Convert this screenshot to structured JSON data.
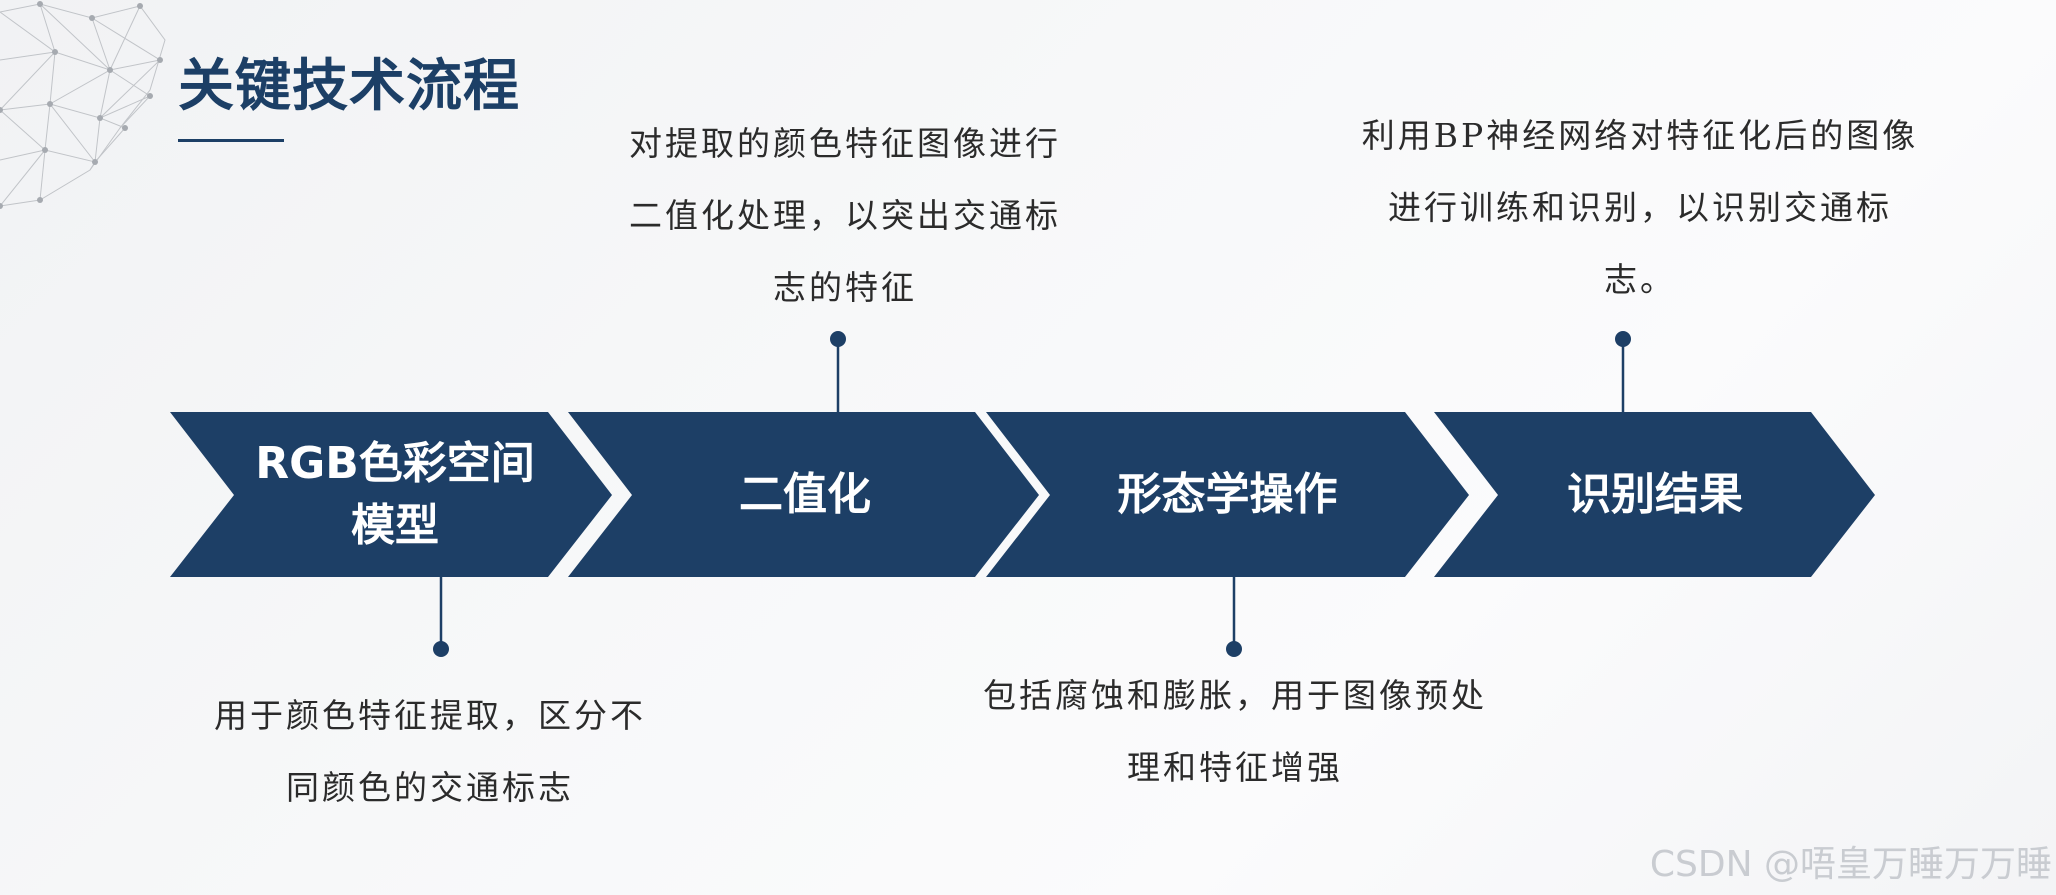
{
  "title": "关键技术流程",
  "steps": [
    {
      "label": "RGB色彩空间模型",
      "description": "用于颜色特征提取，区分不同颜色的交通标志"
    },
    {
      "label": "二值化",
      "description": "对提取的颜色特征图像进行二值化处理，以突出交通标志的特征"
    },
    {
      "label": "形态学操作",
      "description": "包括腐蚀和膨胀，用于图像预处理和特征增强"
    },
    {
      "label": "识别结果",
      "description": "利用BP神经网络对特征化后的图像进行训练和识别，以识别交通标志。"
    }
  ],
  "watermark": "CSDN @唔皇万睡万万睡",
  "colors": {
    "accent": "#1c3f66",
    "chevron": "#1d3f66",
    "connector": "#1d3f66",
    "text": "#2b2b2b"
  }
}
